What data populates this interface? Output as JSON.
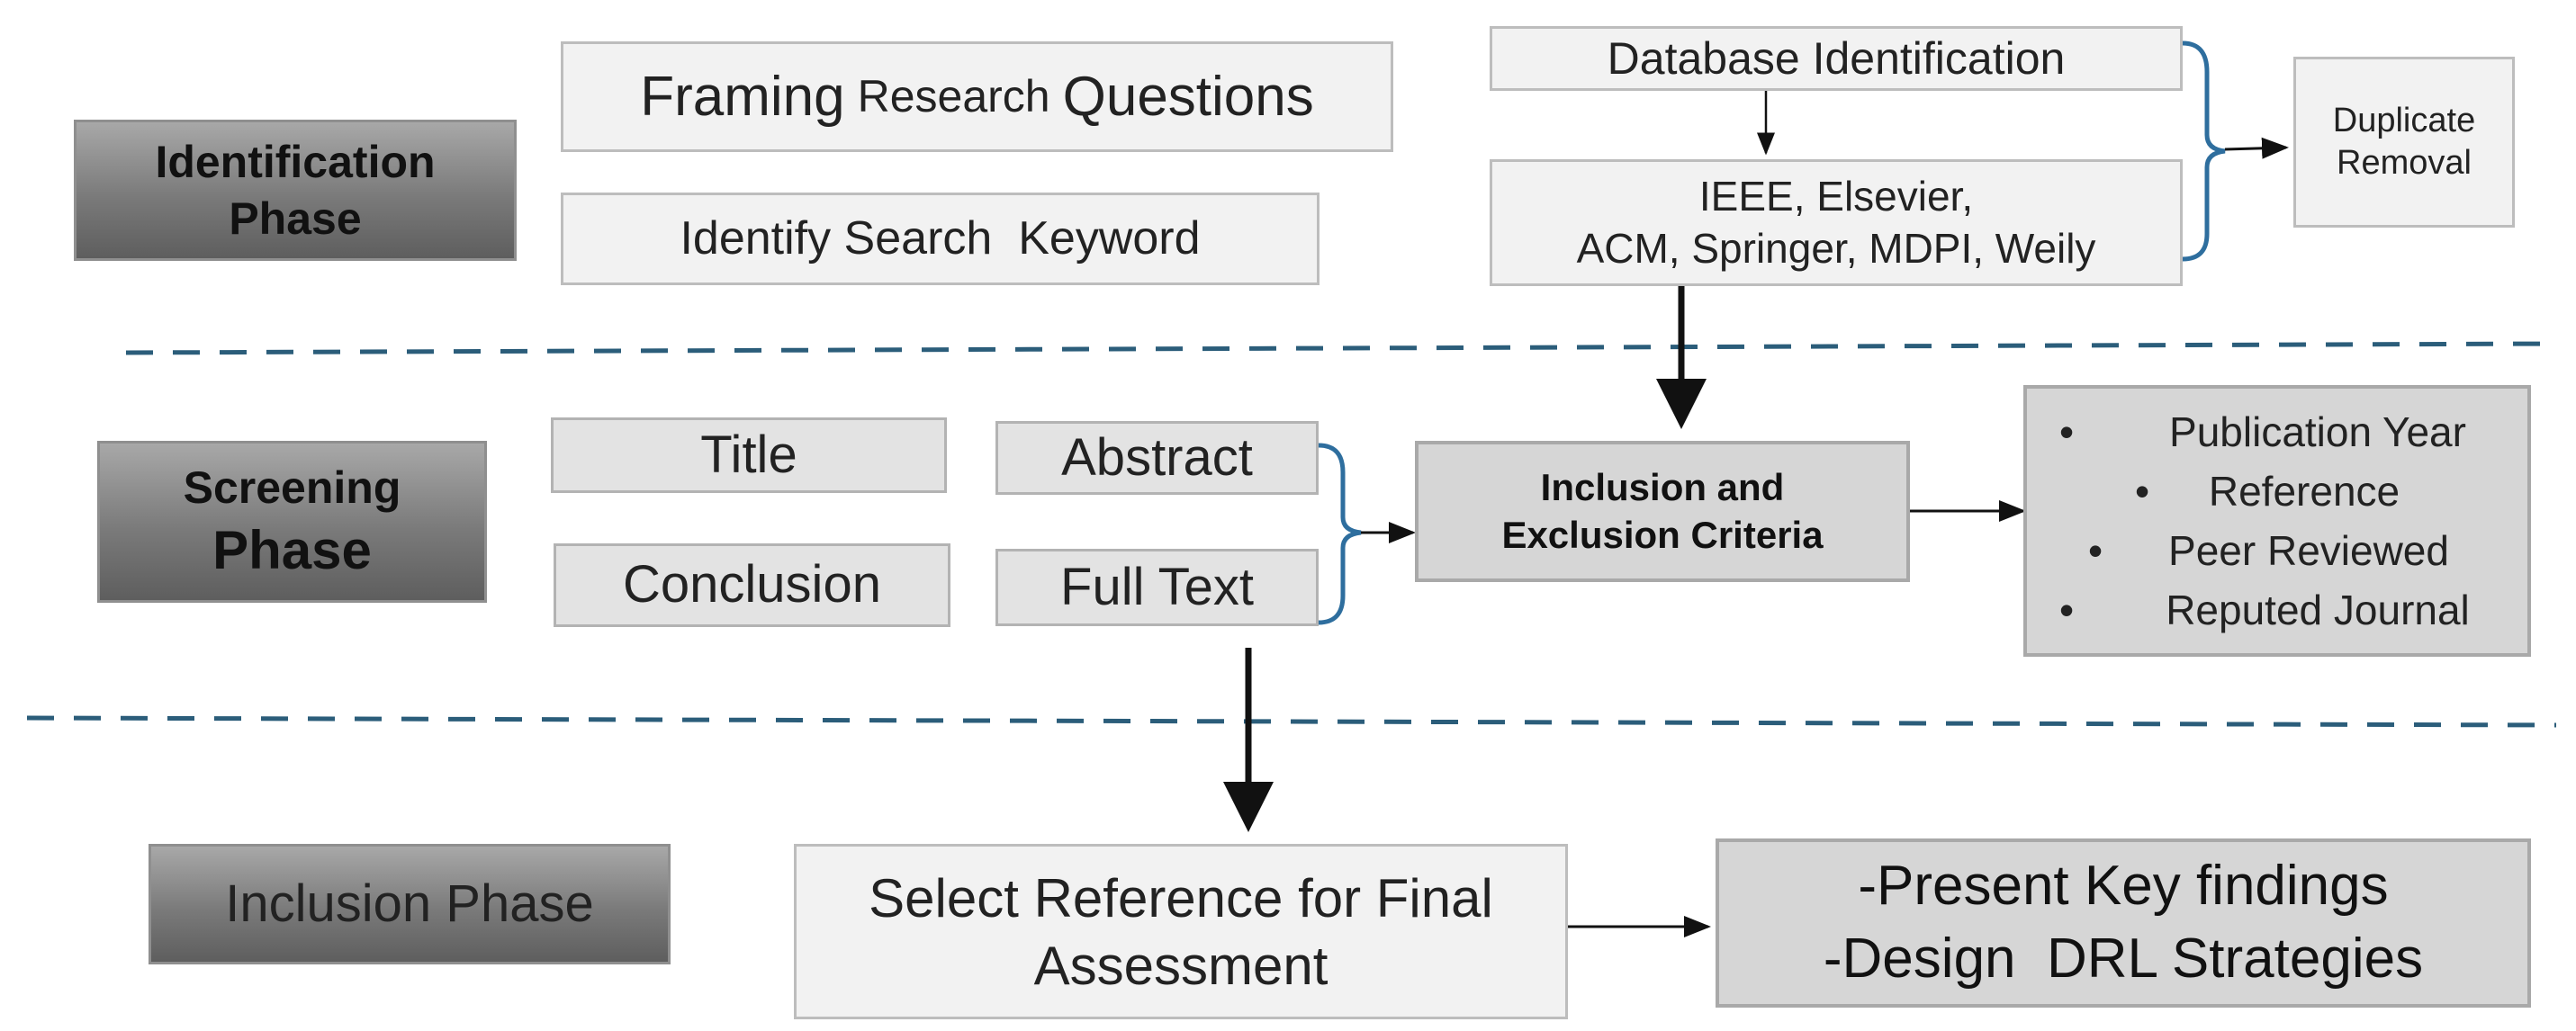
{
  "phases": {
    "identification": {
      "line1": "Identification",
      "line2": "Phase"
    },
    "screening": {
      "line1": "Screening",
      "line2": "Phase"
    },
    "inclusion": {
      "label": "Inclusion Phase"
    }
  },
  "identification": {
    "framing_big1": "Framing",
    "framing_small": "Research",
    "framing_big2": "Questions",
    "keyword": "Identify Search  Keyword",
    "database": "Database Identification",
    "publishers_line1": "IEEE, Elsevier,",
    "publishers_line2": "ACM, Springer, MDPI, Weily",
    "duplicate_line1": "Duplicate",
    "duplicate_line2": "Removal"
  },
  "screening": {
    "title": "Title",
    "abstract": "Abstract",
    "conclusion": "Conclusion",
    "full_text": "Full Text",
    "criteria_line1": "Inclusion and",
    "criteria_line2": "Exclusion Criteria",
    "criteria_list": [
      "Publication Year",
      "Reference",
      "Peer Reviewed",
      "Reputed Journal"
    ],
    "bullet": "•"
  },
  "inclusion": {
    "select_line1": "Select Reference for Final",
    "select_line2": "Assessment",
    "findings_line1": "-Present Key findings",
    "findings_line2": "-Design  DRL Strategies"
  },
  "colors": {
    "bracket": "#2e6e9e",
    "divider": "#2b5d7a",
    "arrow": "#111111"
  }
}
